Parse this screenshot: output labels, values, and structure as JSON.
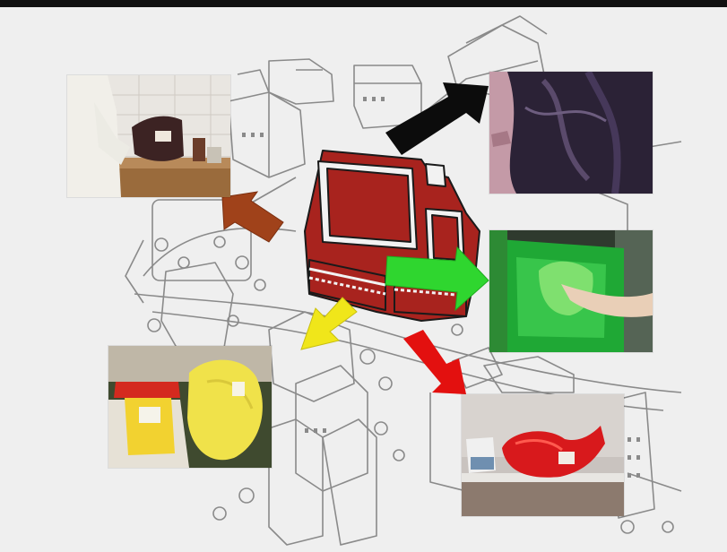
{
  "scene": {
    "background_color": "#efefef",
    "map_line_color": "#8a8a8a",
    "main_building": {
      "name": "hospital-main-building",
      "fill_color": "#a8231e",
      "outline_color": "#1a1a1a",
      "trim_color": "#f2f2f2"
    },
    "waste_streams": [
      {
        "id": "brown",
        "arrow_color": "#a0421a",
        "photo": "lab-worker-holding-dark-bag"
      },
      {
        "id": "black",
        "arrow_color": "#0c0c0c",
        "photo": "black-garbage-bag"
      },
      {
        "id": "green",
        "arrow_color": "#2fd62f",
        "photo": "green-bag-in-bin"
      },
      {
        "id": "red",
        "arrow_color": "#e3100f",
        "photo": "red-bag-under-hood"
      },
      {
        "id": "yellow",
        "arrow_color": "#f0e61a",
        "photo": "yellow-sharps-container-and-bag"
      }
    ]
  }
}
